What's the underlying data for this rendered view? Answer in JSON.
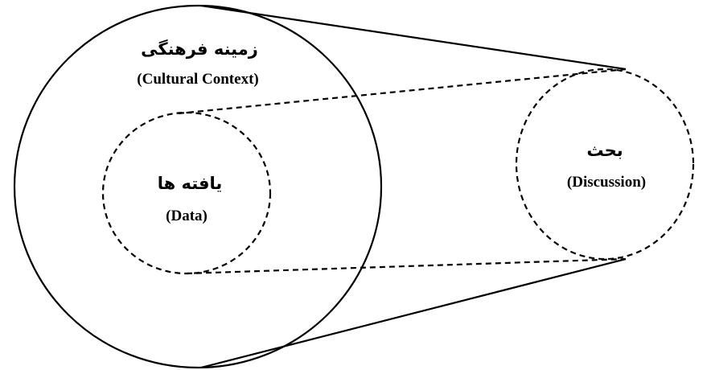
{
  "cultural_context": {
    "label_fa": "زمینه فرهنگی",
    "label_en": "(Cultural Context)"
  },
  "data": {
    "label_fa": "یافته ها",
    "label_en": "(Data)"
  },
  "discussion": {
    "label_fa": "بحث",
    "label_en": "(Discussion)"
  }
}
